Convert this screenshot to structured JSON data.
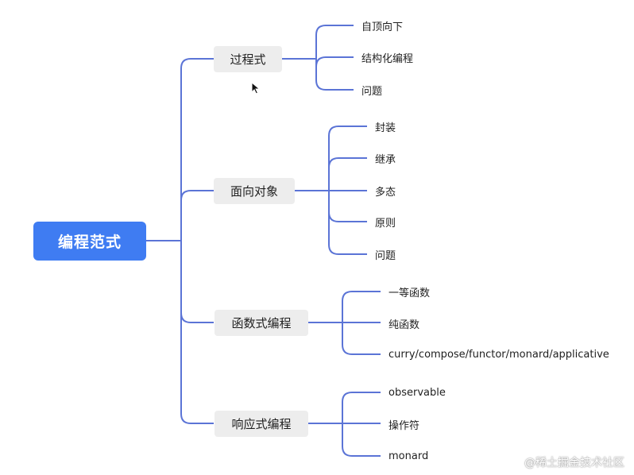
{
  "diagram": {
    "root": "编程范式",
    "branches": [
      {
        "label": "过程式",
        "children": [
          "自顶向下",
          "结构化编程",
          "问题"
        ]
      },
      {
        "label": "面向对象",
        "children": [
          "封装",
          "继承",
          "多态",
          "原则",
          "问题"
        ]
      },
      {
        "label": "函数式编程",
        "children": [
          "一等函数",
          "纯函数",
          "curry/compose/functor/monard/applicative"
        ]
      },
      {
        "label": "响应式编程",
        "children": [
          "observable",
          "操作符",
          "monard"
        ]
      }
    ]
  },
  "watermark": "@稀土掘金技术社区",
  "colors": {
    "root_fill": "#3f7cf2",
    "edge": "#5b74d6",
    "branch_fill": "#ededed"
  },
  "icons": {
    "cursor": "mouse-pointer-icon"
  }
}
